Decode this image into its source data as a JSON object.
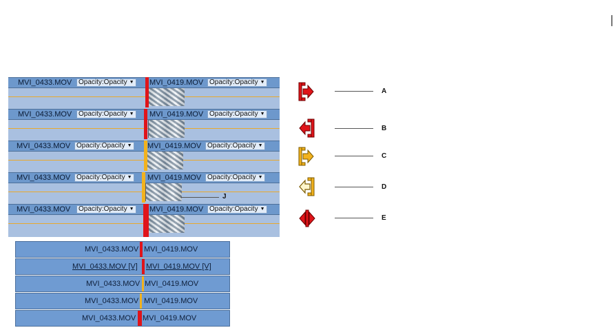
{
  "top_clips": [
    {
      "left": "MVI_0433.MOV",
      "left_opacity": "Opacity:Opacity",
      "right": "MVI_0419.MOV",
      "right_opacity": "Opacity:Opacity"
    },
    {
      "left": "MVI_0433.MOV",
      "left_opacity": "Opacity:Opacity",
      "right": "MVI_0419.MOV",
      "right_opacity": "Opacity:Opacity"
    },
    {
      "left": "MVI_0433.MOV",
      "left_opacity": "Opacity:Opacity",
      "right": "MVI_0419.MOV",
      "right_opacity": "Opacity:Opacity"
    },
    {
      "left": "MVI_0433.MOV",
      "left_opacity": "Opacity:Opacity",
      "right": "MVI_0419.MOV",
      "right_opacity": "Opacity:Opacity"
    },
    {
      "left": "MVI_0433.MOV",
      "left_opacity": "Opacity:Opacity",
      "right": "MVI_0419.MOV",
      "right_opacity": "Opacity:Opacity"
    }
  ],
  "bottom_clips": [
    {
      "left": "MVI_0433.MOV",
      "right": "MVI_0419.MOV"
    },
    {
      "left": "MVI_0433.MOV [V]",
      "right": "MVI_0419.MOV [V]"
    },
    {
      "left": "MVI_0433.MOV",
      "right": "MVI_0419.MOV"
    },
    {
      "left": "MVI_0433.MOV",
      "right": "MVI_0419.MOV"
    },
    {
      "left": "MVI_0433.MOV",
      "right": "MVI_0419.MOV"
    }
  ],
  "callouts": [
    {
      "letter": "A",
      "icon": "ripple-in-red-icon"
    },
    {
      "letter": "B",
      "icon": "ripple-out-red-icon"
    },
    {
      "letter": "C",
      "icon": "trim-in-yellow-icon"
    },
    {
      "letter": "D",
      "icon": "trim-out-yellow-icon"
    },
    {
      "letter": "E",
      "icon": "roll-edit-red-icon"
    }
  ],
  "thumbnail_callout": "J",
  "colors": {
    "ripple": "#e0141a",
    "trim": "#f2b21e",
    "track": "#6f9bd2",
    "panel": "#a9c0e0"
  }
}
